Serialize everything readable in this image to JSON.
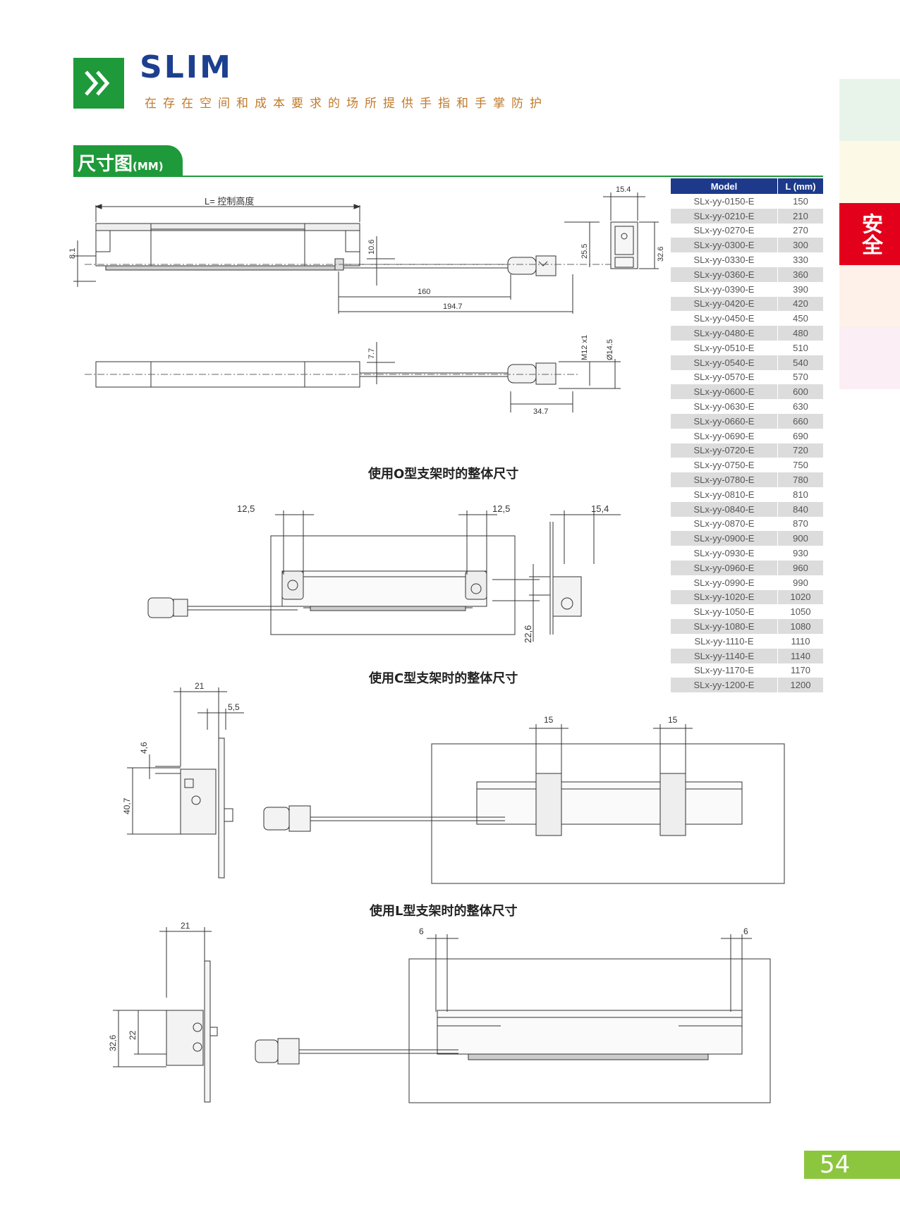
{
  "header": {
    "title": "SLIM",
    "subtitle": "在存在空间和成本要求的场所提供手指和手掌防护"
  },
  "section": {
    "title": "尺寸图",
    "unit": "(MM)"
  },
  "side_tab": {
    "label": "安全",
    "colors": [
      "#e8f4ea",
      "#fdf9e7",
      "#e3001b",
      "#fdf1ea",
      "#fbeef5"
    ]
  },
  "table": {
    "headers": [
      "Model",
      "L (mm)"
    ],
    "rows": [
      [
        "SLx-yy-0150-E",
        "150"
      ],
      [
        "SLx-yy-0210-E",
        "210"
      ],
      [
        "SLx-yy-0270-E",
        "270"
      ],
      [
        "SLx-yy-0300-E",
        "300"
      ],
      [
        "SLx-yy-0330-E",
        "330"
      ],
      [
        "SLx-yy-0360-E",
        "360"
      ],
      [
        "SLx-yy-0390-E",
        "390"
      ],
      [
        "SLx-yy-0420-E",
        "420"
      ],
      [
        "SLx-yy-0450-E",
        "450"
      ],
      [
        "SLx-yy-0480-E",
        "480"
      ],
      [
        "SLx-yy-0510-E",
        "510"
      ],
      [
        "SLx-yy-0540-E",
        "540"
      ],
      [
        "SLx-yy-0570-E",
        "570"
      ],
      [
        "SLx-yy-0600-E",
        "600"
      ],
      [
        "SLx-yy-0630-E",
        "630"
      ],
      [
        "SLx-yy-0660-E",
        "660"
      ],
      [
        "SLx-yy-0690-E",
        "690"
      ],
      [
        "SLx-yy-0720-E",
        "720"
      ],
      [
        "SLx-yy-0750-E",
        "750"
      ],
      [
        "SLx-yy-0780-E",
        "780"
      ],
      [
        "SLx-yy-0810-E",
        "810"
      ],
      [
        "SLx-yy-0840-E",
        "840"
      ],
      [
        "SLx-yy-0870-E",
        "870"
      ],
      [
        "SLx-yy-0900-E",
        "900"
      ],
      [
        "SLx-yy-0930-E",
        "930"
      ],
      [
        "SLx-yy-0960-E",
        "960"
      ],
      [
        "SLx-yy-0990-E",
        "990"
      ],
      [
        "SLx-yy-1020-E",
        "1020"
      ],
      [
        "SLx-yy-1050-E",
        "1050"
      ],
      [
        "SLx-yy-1080-E",
        "1080"
      ],
      [
        "SLx-yy-1110-E",
        "1110"
      ],
      [
        "SLx-yy-1140-E",
        "1140"
      ],
      [
        "SLx-yy-1170-E",
        "1170"
      ],
      [
        "SLx-yy-1200-E",
        "1200"
      ]
    ]
  },
  "drawing1": {
    "L_label": "L= 控制高度",
    "d_15_4": "15.4",
    "d_10_6": "10.6",
    "d_8_1": "8.1",
    "d_25_5": "25.5",
    "d_32_6": "32.6",
    "d_160": "160",
    "d_194_7": "194.7",
    "d_7_7": "7.7",
    "d_m12": "M12 x1",
    "d_14_5": "Ø14.5",
    "d_34_7": "34.7"
  },
  "o_bracket": {
    "caption": "使用O型支架时的整体尺寸",
    "d_left": "12,5",
    "d_right": "12,5",
    "d_side": "15,4",
    "d_height": "22,6"
  },
  "c_bracket": {
    "caption": "使用C型支架时的整体尺寸",
    "d_21": "21",
    "d_5_5": "5,5",
    "d_4_6": "4,6",
    "d_40_7": "40,7",
    "d_15a": "15",
    "d_15b": "15"
  },
  "l_bracket": {
    "caption": "使用L型支架时的整体尺寸",
    "d_21": "21",
    "d_32_6": "32,6",
    "d_22": "22",
    "d_6a": "6",
    "d_6b": "6"
  },
  "page": {
    "number": "54"
  },
  "colors": {
    "green": "#1f9a3a",
    "navy": "#1d3f8f",
    "orange": "#c07a2a",
    "red": "#e3001b",
    "lime": "#8cc63f"
  }
}
